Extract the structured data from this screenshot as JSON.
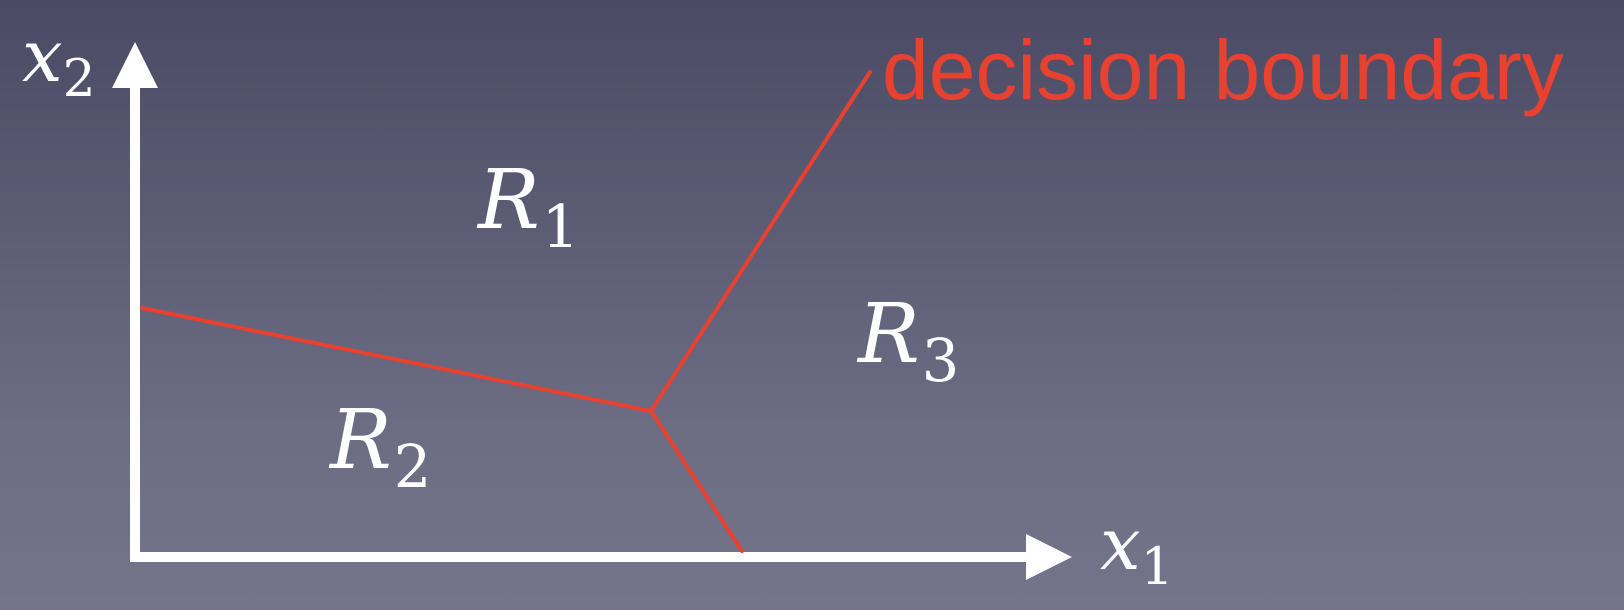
{
  "diagram": {
    "axes": {
      "x_label": {
        "var": "x",
        "sub": "1"
      },
      "y_label": {
        "var": "x",
        "sub": "2"
      }
    },
    "regions": [
      {
        "var": "R",
        "sub": "1"
      },
      {
        "var": "R",
        "sub": "2"
      },
      {
        "var": "R",
        "sub": "3"
      }
    ],
    "boundary_label": "decision boundary",
    "colors": {
      "boundary": "#e8412f",
      "axes": "#ffffff",
      "text": "#ffffff"
    }
  }
}
